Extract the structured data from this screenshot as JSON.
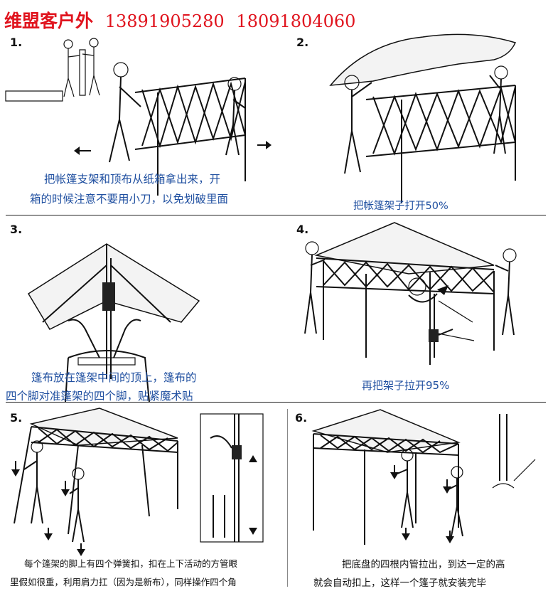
{
  "header": {
    "brand": "维盟客户外",
    "phone1": "13891905280",
    "phone2": "18091804060",
    "color": "#e0141e"
  },
  "caption_color": "#1f4fa0",
  "steps": [
    {
      "num": "1.",
      "caption_lines": [
        "把帐篷支架和顶布从纸箱拿出来，开",
        "箱的时候注意不要用小刀，以免划破里面"
      ]
    },
    {
      "num": "2.",
      "caption_lines": [
        "把帐篷架子打开50%"
      ]
    },
    {
      "num": "3.",
      "caption_lines": [
        "篷布放在篷架中间的顶上，篷布的",
        "四个脚对准篷架的四个脚，贴紧魔术贴"
      ]
    },
    {
      "num": "4.",
      "caption_lines": [
        "再把架子拉开95%"
      ]
    },
    {
      "num": "5.",
      "caption_lines": [
        "每个篷架的脚上有四个弹簧扣，扣在上下活动的方管眼",
        "里假如很重，利用肩力扛（因为是新布），同样操作四个角"
      ]
    },
    {
      "num": "6.",
      "caption_lines": [
        "把底盘的四根内管拉出，到达一定的高",
        "就会自动扣上，这样一个篷子就安装完毕"
      ]
    }
  ]
}
